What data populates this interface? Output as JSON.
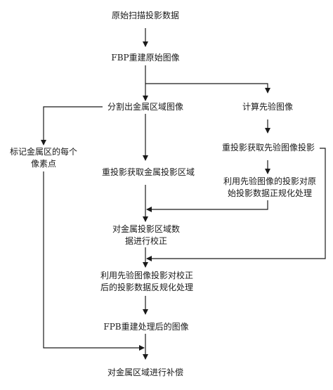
{
  "nodes": {
    "raw_data": {
      "lines": [
        "原始扫描投影数据"
      ]
    },
    "fbp_recon": {
      "lines": [
        "FBP重建原始图像"
      ]
    },
    "segment_metal": {
      "lines": [
        "分割出金属区域图像"
      ]
    },
    "compute_prior": {
      "lines": [
        "计算先验图像"
      ]
    },
    "mark_pixels": {
      "lines": [
        "标记金属区的每个",
        "像素点"
      ]
    },
    "reproject_prior": {
      "lines": [
        "重投影获取先验图像投影"
      ]
    },
    "reproject_metal": {
      "lines": [
        "重投影获取金属投影区域"
      ]
    },
    "normalize": {
      "lines": [
        "利用先验图像的投影对原",
        "始投影数据正规化处理"
      ]
    },
    "correct_metal": {
      "lines": [
        "对金属投影区域数",
        "据进行校正"
      ]
    },
    "denormalize": {
      "lines": [
        "利用先验图像投影对校正",
        "后的投影数据反规化处理"
      ]
    },
    "fpb_recon": {
      "lines": [
        "FPB重建处理后的图像"
      ]
    },
    "compensate": {
      "lines": [
        "对金属区域进行补偿"
      ]
    }
  }
}
